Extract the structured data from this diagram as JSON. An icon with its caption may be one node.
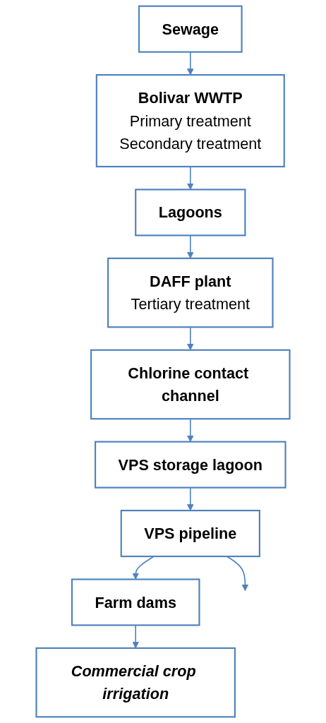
{
  "diagram": {
    "nodes": [
      {
        "text": [
          "Sewage"
        ]
      },
      {
        "text": [
          "Bolivar WWTP",
          "Primary treatment",
          "Secondary treatment"
        ]
      },
      {
        "text": [
          "Lagoons"
        ]
      },
      {
        "text": [
          "DAFF plant",
          "Tertiary treatment"
        ]
      },
      {
        "text": [
          "Chlorine contact channel"
        ]
      },
      {
        "text": [
          "VPS storage lagoon"
        ]
      },
      {
        "text": [
          "VPS pipeline"
        ]
      },
      {
        "text": [
          "Farm dams"
        ]
      },
      {
        "text": [
          "Commercial crop irrigation"
        ]
      }
    ],
    "edges": [
      {
        "from": 0,
        "to": 1,
        "arrow": "to"
      },
      {
        "from": 1,
        "to": 2,
        "arrow": "to"
      },
      {
        "from": 2,
        "to": 3,
        "arrow": "to"
      },
      {
        "from": 3,
        "to": 4,
        "arrow": "to"
      },
      {
        "from": 4,
        "to": 5,
        "arrow": "to"
      },
      {
        "from": 5,
        "to": 6,
        "arrow": "to"
      },
      {
        "from": 6,
        "to": null,
        "arrow": "to"
      },
      {
        "from": 6,
        "to": 7,
        "arrow": "to"
      },
      {
        "from": 7,
        "to": 8,
        "arrow": "to"
      }
    ]
  }
}
